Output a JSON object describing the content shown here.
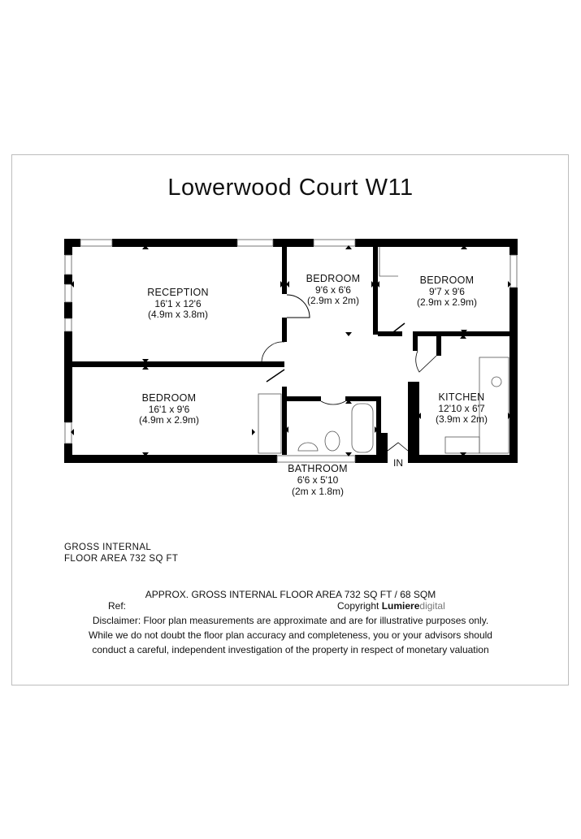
{
  "title": "Lowerwood Court W11",
  "rooms": [
    {
      "name": "RECEPTION",
      "dims": "16'1 x 12'6",
      "metric": "(4.9m x 3.8m)"
    },
    {
      "name": "BEDROOM",
      "dims": "9'6 x 6'6",
      "metric": "(2.9m x 2m)"
    },
    {
      "name": "BEDROOM",
      "dims": "9'7 x 9'6",
      "metric": "(2.9m x 2.9m)"
    },
    {
      "name": "BEDROOM",
      "dims": "16'1 x 9'6",
      "metric": "(4.9m x 2.9m)"
    },
    {
      "name": "KITCHEN",
      "dims": "12'10 x 6'7",
      "metric": "(3.9m x 2m)"
    },
    {
      "name": "BATHROOM",
      "dims": "6'6 x 5'10",
      "metric": "(2m x 1.8m)"
    }
  ],
  "entrance_label": "IN",
  "gross_area": {
    "line1": "GROSS INTERNAL",
    "line2": "FLOOR AREA 732 SQ FT"
  },
  "footer": {
    "approx_area": "APPROX. GROSS INTERNAL FLOOR AREA 732 SQ FT / 68 SQM",
    "ref_label": "Ref:",
    "copyright_prefix": "Copyright",
    "brand_bold": "Lumiere",
    "brand_light": "digital",
    "disclaimer": [
      "Disclaimer: Floor plan measurements are approximate and are for illustrative purposes only.",
      "While we do not doubt the floor plan accuracy and completeness, you or your advisors should",
      "conduct a careful, independent investigation of the property in respect of monetary valuation"
    ]
  }
}
